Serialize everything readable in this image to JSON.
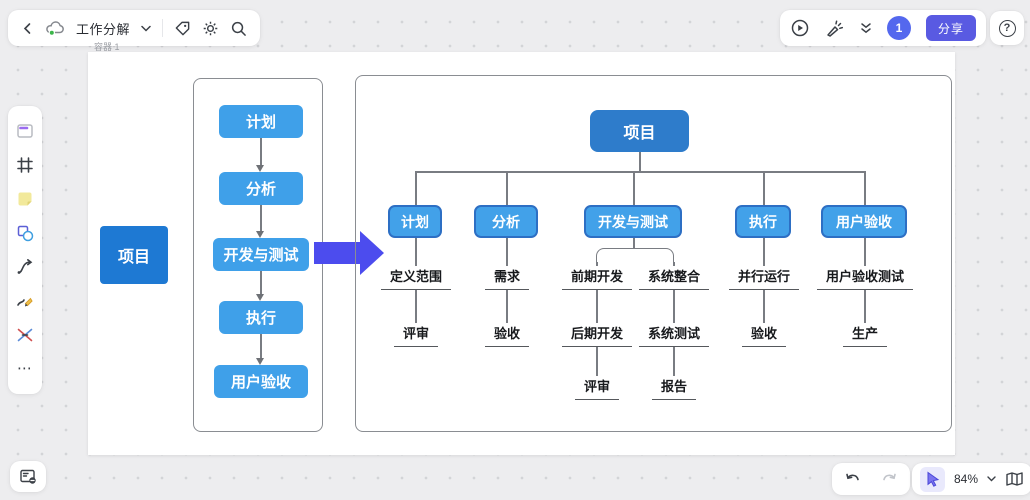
{
  "topbar": {
    "doc_title": "工作分解",
    "share_label": "分享",
    "collaborator_count": "1",
    "help_glyph": "?"
  },
  "sidebar": {
    "tools": [
      "templates",
      "frame",
      "sticky-note",
      "shapes",
      "connector",
      "pen",
      "mindmap",
      "more"
    ],
    "more_glyph": "⋯"
  },
  "bottombar": {
    "zoom_level": "84%"
  },
  "canvas": {
    "container_label": "容器 1",
    "flow": {
      "root": "项目",
      "steps": [
        "计划",
        "分析",
        "开发与测试",
        "执行",
        "用户验收"
      ]
    },
    "tree": {
      "root": "项目",
      "level1": [
        "计划",
        "分析",
        "开发与测试",
        "执行",
        "用户验收"
      ],
      "columns": {
        "plan": [
          "定义范围",
          "评审"
        ],
        "analysis": [
          "需求",
          "验收"
        ],
        "dev_left": [
          "前期开发",
          "后期开发",
          "评审"
        ],
        "dev_right": [
          "系统整合",
          "系统测试",
          "报告"
        ],
        "execution": [
          "并行运行",
          "验收"
        ],
        "acceptance": [
          "用户验收测试",
          "生产"
        ]
      }
    }
  },
  "colors": {
    "accent_indigo": "#595ae2",
    "avatar_blue": "#5468ee",
    "flow_root_blue": "#1e79d3",
    "flow_step_blue": "#3fa0e9",
    "tree_root_blue": "#2e7ccb",
    "tree_child_blue": "#42a1e9",
    "tree_child_border": "#2d6fc4",
    "big_arrow_violet": "#4c4cee",
    "connector_gray": "#797c82"
  }
}
